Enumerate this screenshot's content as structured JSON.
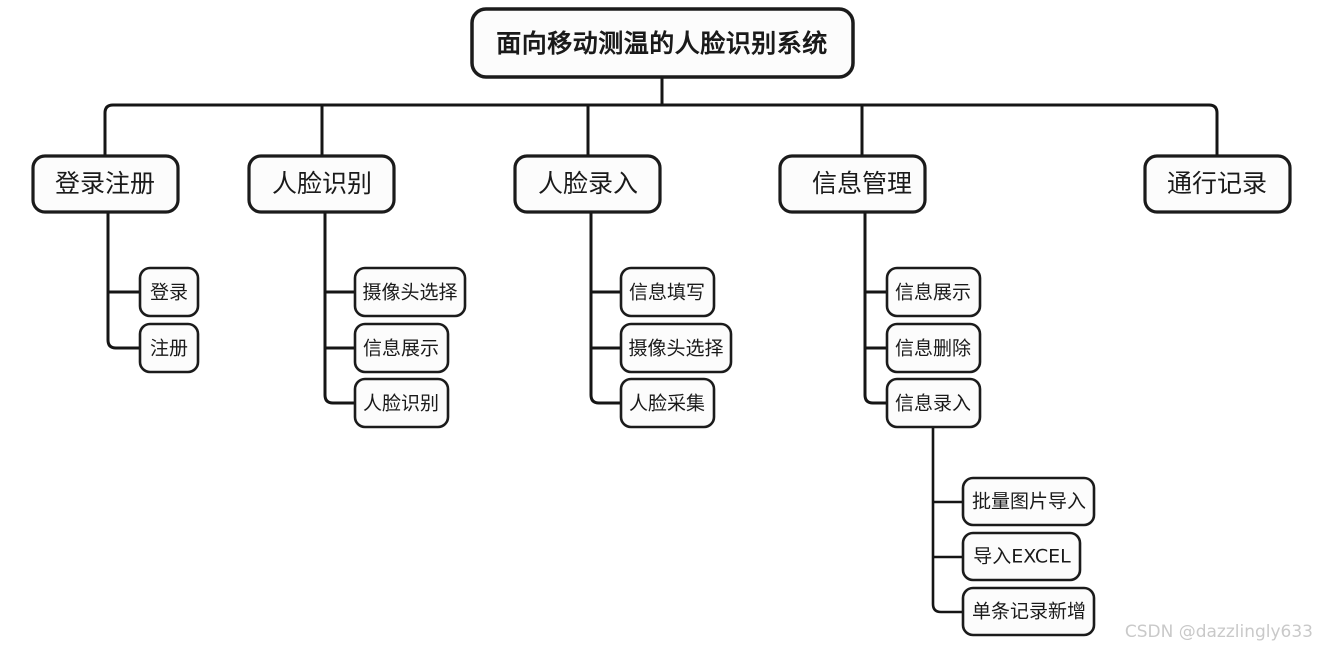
{
  "diagram": {
    "type": "tree",
    "title": "面向移动测温的人脸识别系统",
    "orientation": "top-down-then-left-elbow",
    "colors": {
      "background": "#ffffff",
      "node_fill": "#fcfcfc",
      "node_stroke": "#1b1b1b",
      "connector": "#151515",
      "label": "#1a1a1a",
      "watermark": "#c9c9c9"
    },
    "root": {
      "label": "面向移动测温的人脸识别系统"
    },
    "level2": [
      {
        "label": "登录注册"
      },
      {
        "label": "人脸识别"
      },
      {
        "label": "人脸录入"
      },
      {
        "label": "信息管理"
      },
      {
        "label": "通行记录"
      }
    ],
    "level3": {
      "登录注册": [
        {
          "label": "登录"
        },
        {
          "label": "注册"
        }
      ],
      "人脸识别": [
        {
          "label": "摄像头选择"
        },
        {
          "label": "信息展示"
        },
        {
          "label": "人脸识别"
        }
      ],
      "人脸录入": [
        {
          "label": "信息填写"
        },
        {
          "label": "摄像头选择"
        },
        {
          "label": "人脸采集"
        }
      ],
      "信息管理": [
        {
          "label": "信息展示"
        },
        {
          "label": "信息删除"
        },
        {
          "label": "信息录入"
        }
      ],
      "通行记录": []
    },
    "level4": {
      "信息录入": [
        {
          "label": "批量图片导入"
        },
        {
          "label": "导入EXCEL"
        },
        {
          "label": "单条记录新增"
        }
      ]
    }
  },
  "watermark": {
    "text": "CSDN @dazzlingly633"
  }
}
